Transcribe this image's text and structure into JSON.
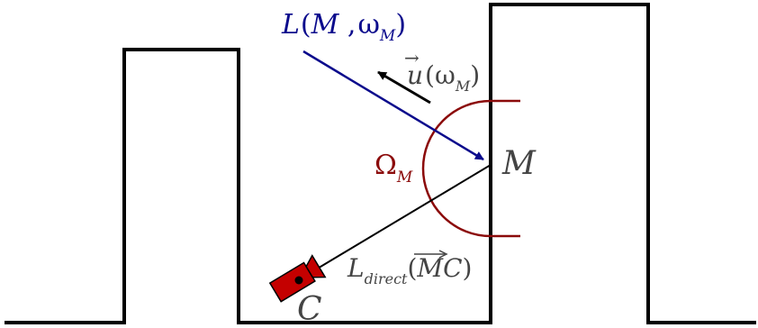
{
  "diagram": {
    "incoming_radiance": {
      "L": "L",
      "open_paren": "(",
      "M": "M",
      "comma": " ,",
      "omega": "ω",
      "omega_sub": "M",
      "close_paren": ")"
    },
    "direction_vector": {
      "u": "u",
      "arrow": "→",
      "open_paren": "(",
      "omega": "ω",
      "omega_sub": "M",
      "close_paren": ")"
    },
    "solid_angle": {
      "omega": "Ω",
      "sub": "M"
    },
    "point_m": "M",
    "camera_point": "C",
    "direct_radiance": {
      "L": "L",
      "sub": "direct",
      "open_paren": "(",
      "mc": "MC",
      "close_paren": ")"
    }
  },
  "colors": {
    "ground": "#000000",
    "incoming_ray": "#0a0a8c",
    "hemisphere": "#8b0a0a",
    "camera": "#c40000",
    "label_gray": "#444444"
  }
}
